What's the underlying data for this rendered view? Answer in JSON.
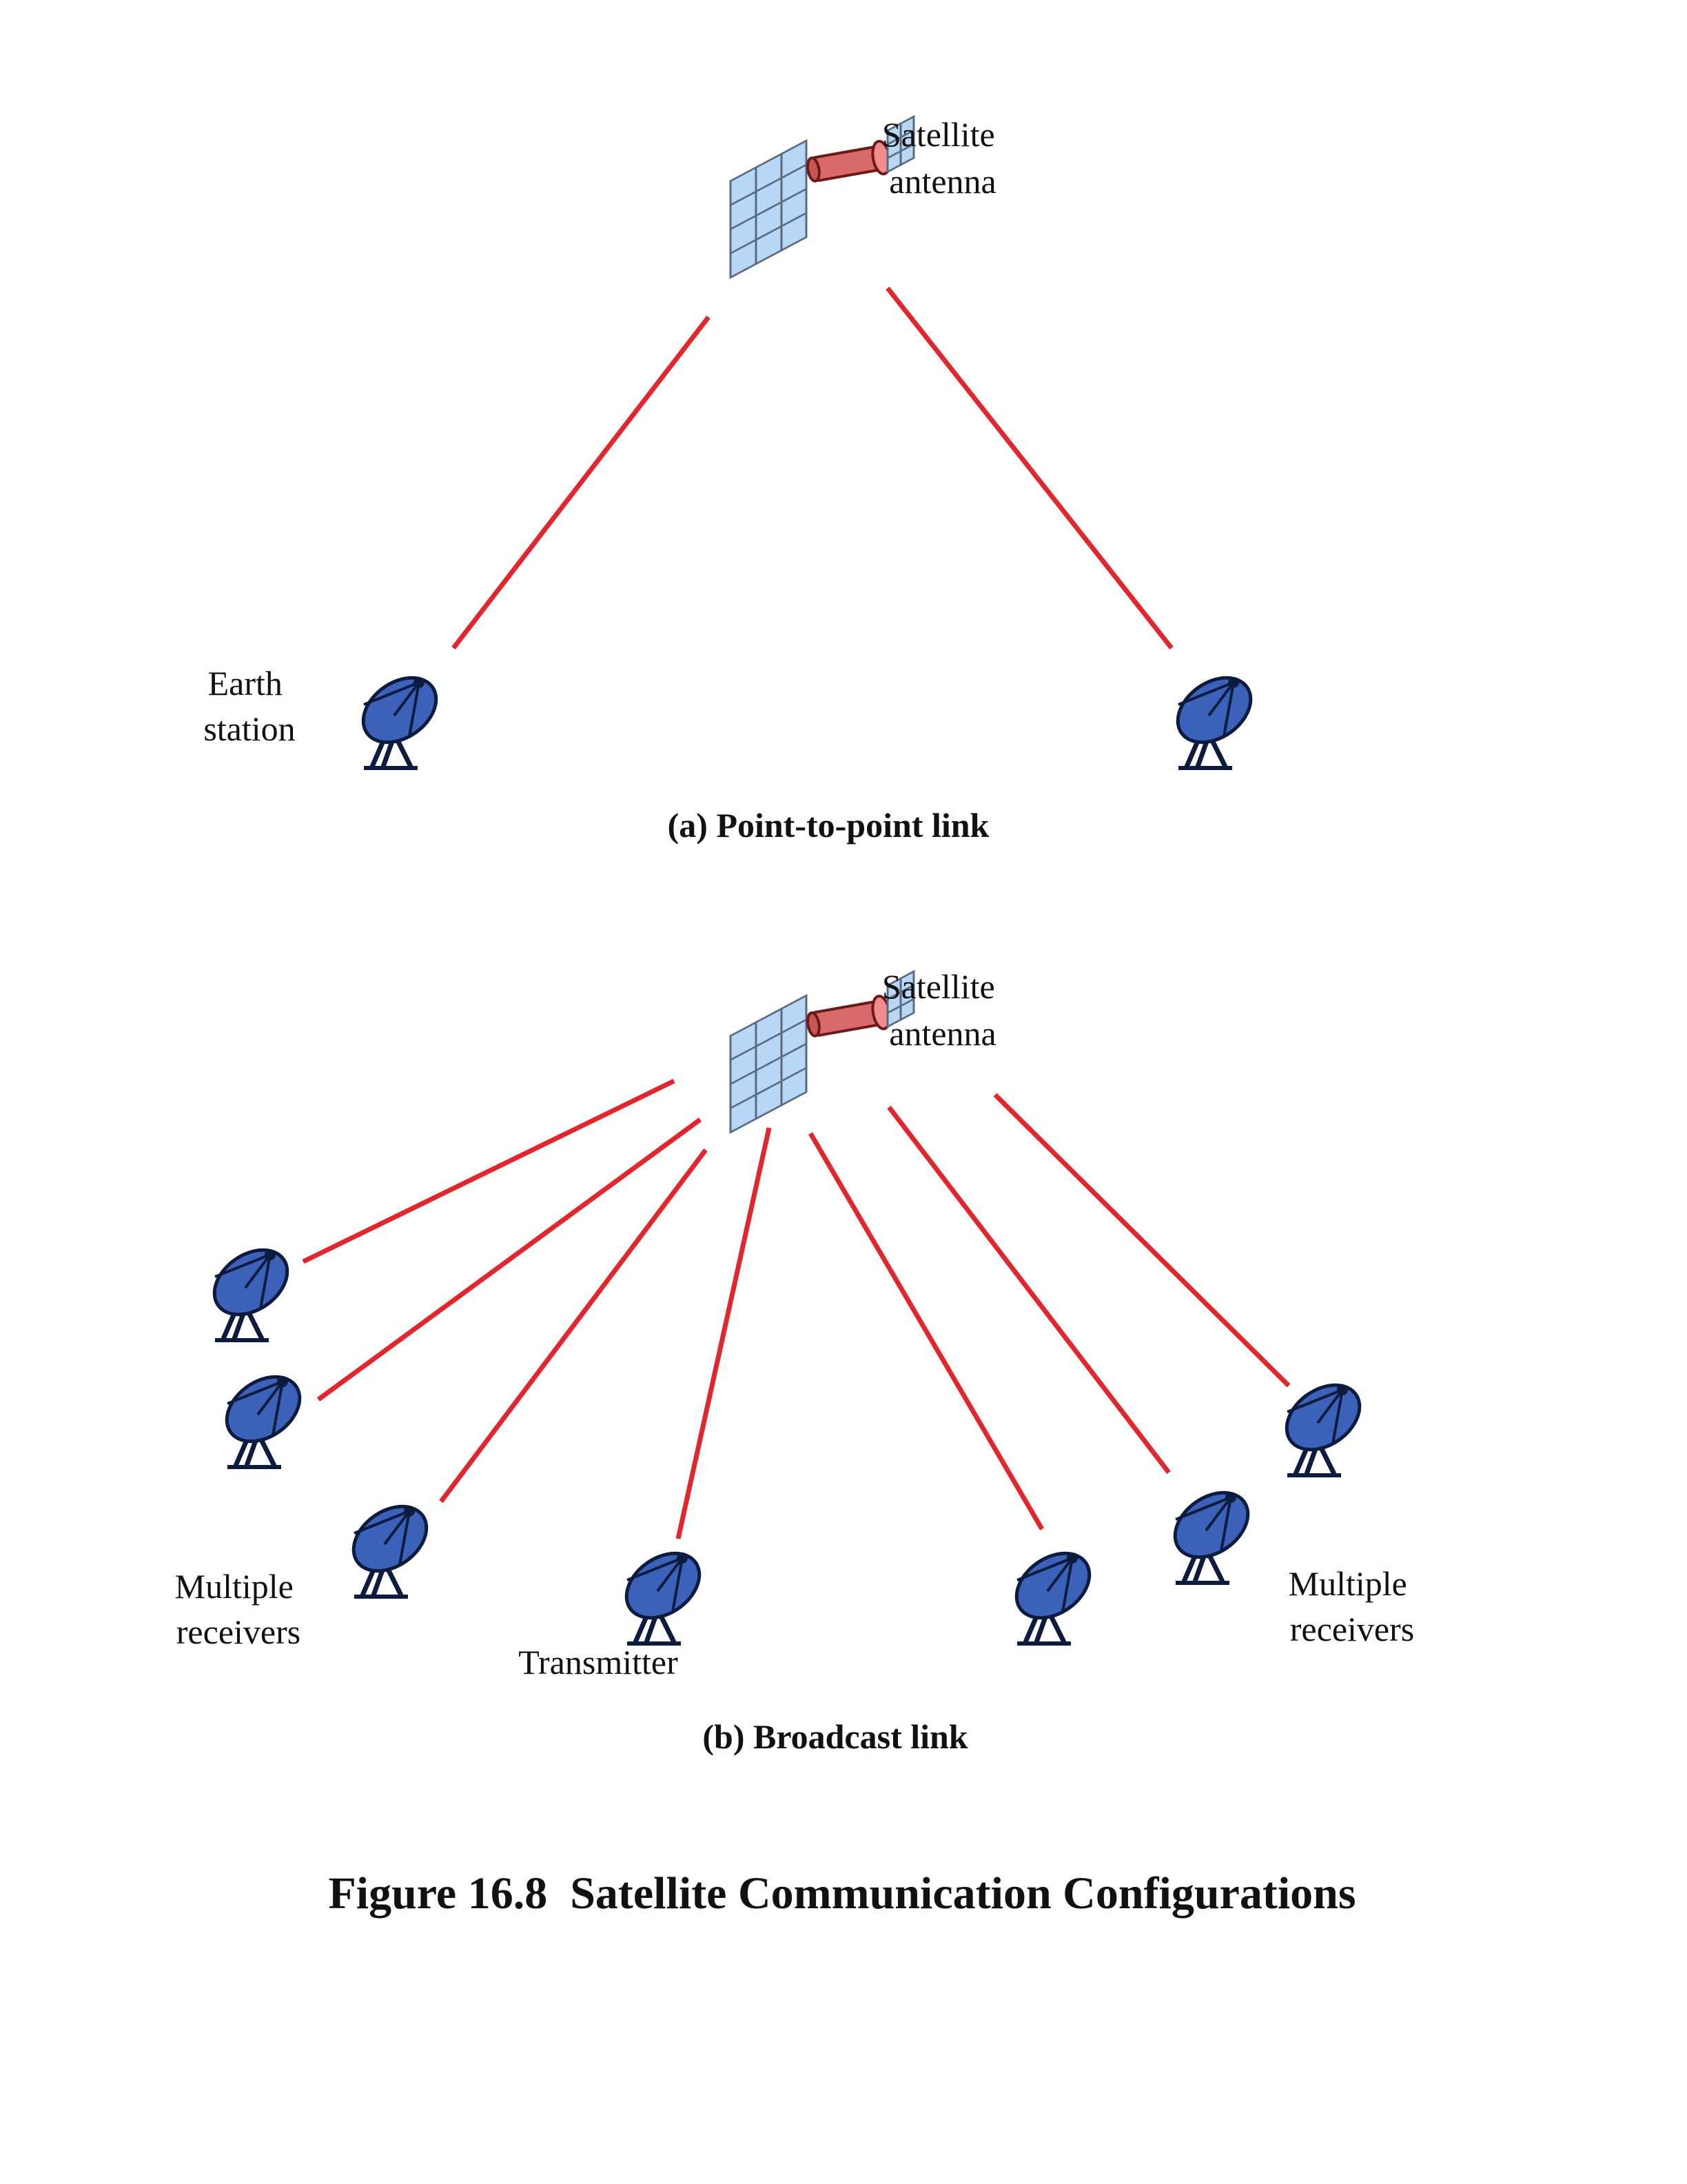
{
  "colors": {
    "arrow": "#e1262d",
    "dish_fill": "#3b62b8",
    "dish_stroke": "#0d1b3e",
    "panel_fill": "#b8d6f5",
    "panel_stroke": "#5a6a80",
    "body_fill": "#d96a6a",
    "body_stroke": "#6b1a1a"
  },
  "icons": [
    "satellite-icon",
    "dish-antenna-icon"
  ],
  "panel_a": {
    "satellite_label": [
      "Satellite",
      "antenna"
    ],
    "earth_station_label": [
      "Earth",
      "station"
    ],
    "caption": "(a) Point-to-point link"
  },
  "panel_b": {
    "satellite_label": [
      "Satellite",
      "antenna"
    ],
    "receivers_left_label": [
      "Multiple",
      "receivers"
    ],
    "receivers_right_label": [
      "Multiple",
      "receivers"
    ],
    "transmitter_label": "Transmitter",
    "caption": "(b) Broadcast link"
  },
  "figure_title": "Figure 16.8  Satellite Communication Configurations"
}
